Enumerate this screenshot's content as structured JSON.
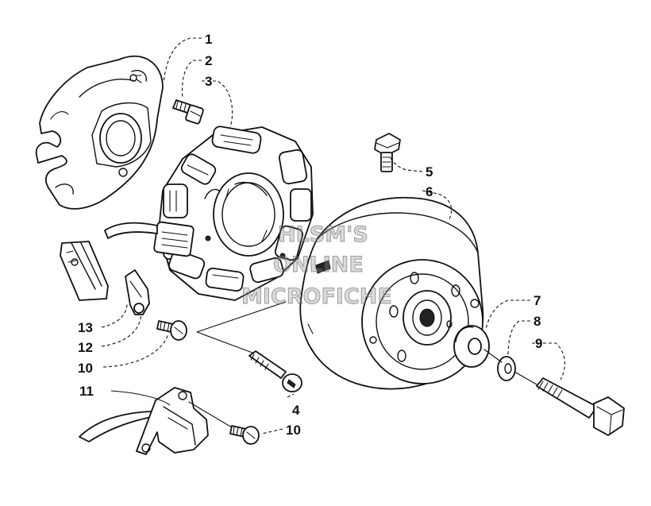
{
  "watermark": {
    "line1": "HLSM'S",
    "line2": "ONLINE",
    "line3": "MICROFICHE"
  },
  "callouts": {
    "c1": "1",
    "c2": "2",
    "c3": "3",
    "c4": "4",
    "c5": "5",
    "c6": "6",
    "c7": "7",
    "c8": "8",
    "c9": "9",
    "c10a": "10",
    "c10b": "10",
    "c11": "11",
    "c12": "12",
    "c13": "13"
  }
}
